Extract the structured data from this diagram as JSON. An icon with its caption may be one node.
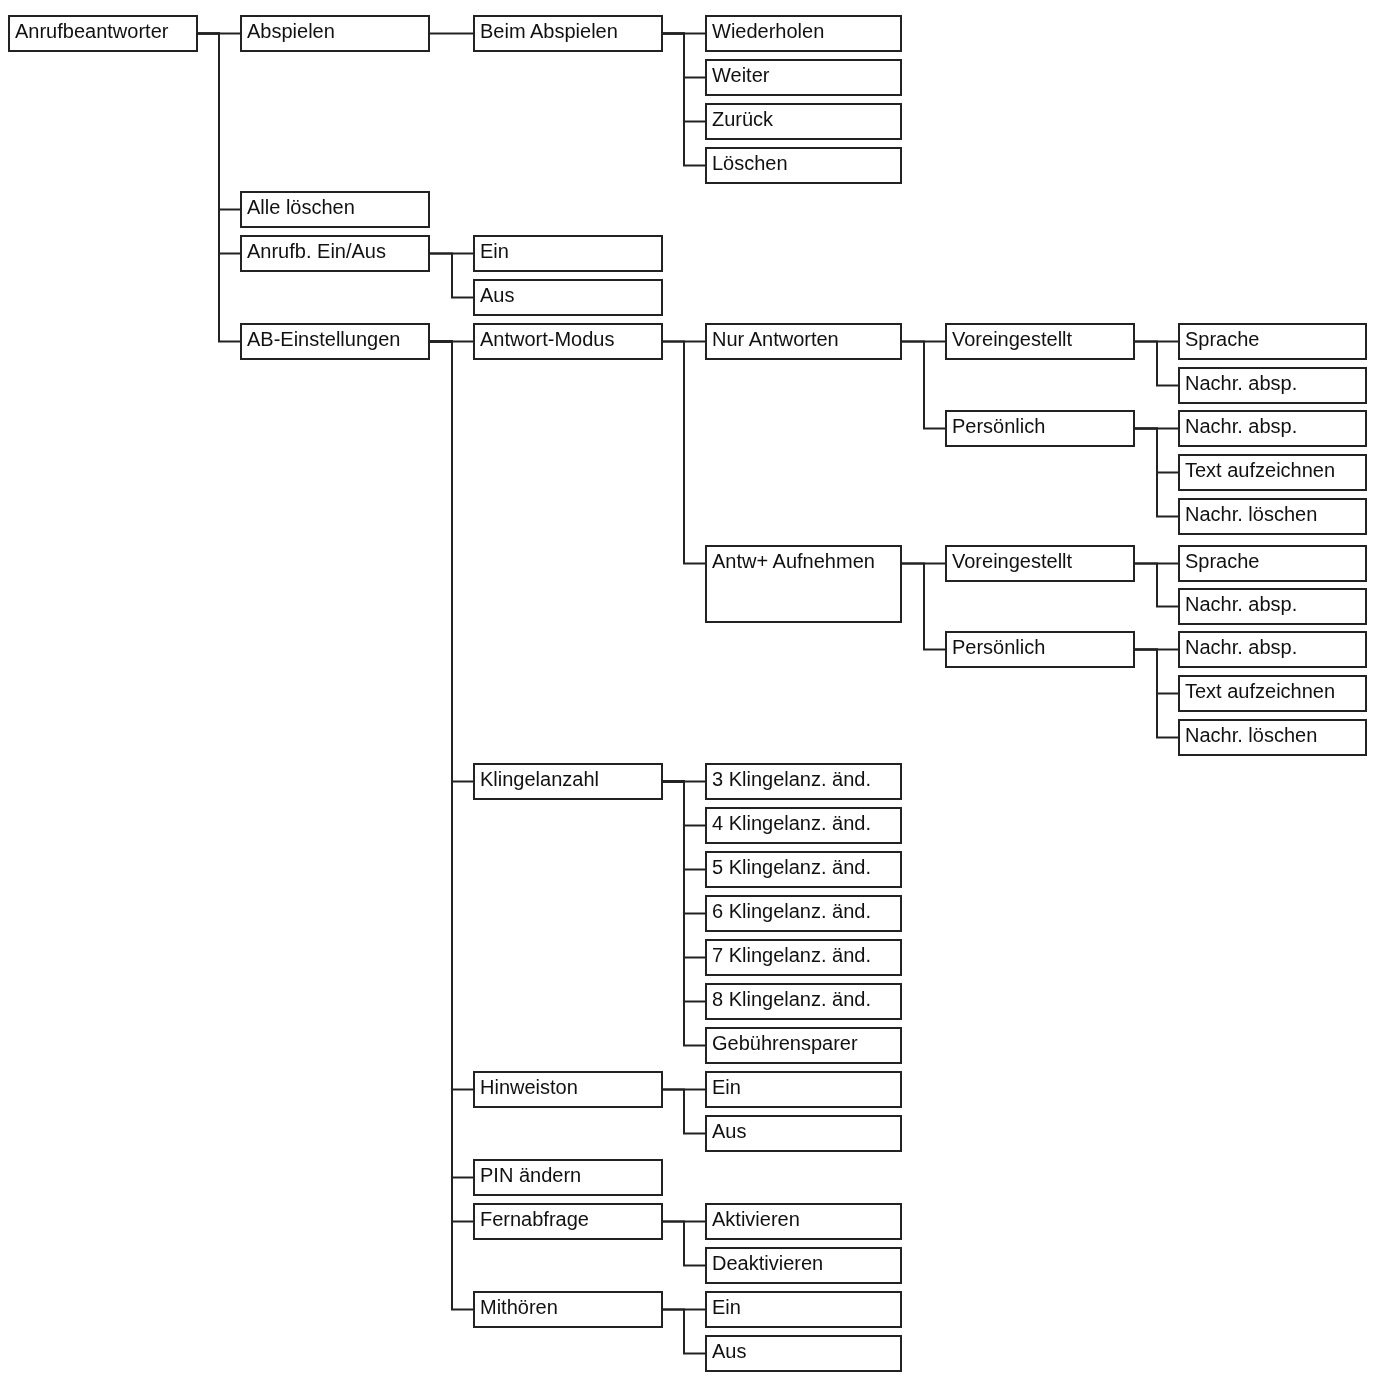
{
  "diagram": {
    "nodes": [
      {
        "text": [
          "Anrufbeantworter"
        ]
      },
      {
        "text": [
          "Abspielen"
        ]
      },
      {
        "text": [
          "Beim Abspielen"
        ]
      },
      {
        "text": [
          "Wiederholen"
        ]
      },
      {
        "text": [
          "Weiter"
        ]
      },
      {
        "text": [
          "Zurück"
        ]
      },
      {
        "text": [
          "Löschen"
        ]
      },
      {
        "text": [
          "Alle löschen"
        ]
      },
      {
        "text": [
          "Anrufb. Ein/Aus"
        ]
      },
      {
        "text": [
          "Ein"
        ]
      },
      {
        "text": [
          "Aus"
        ]
      },
      {
        "text": [
          "AB-Einstellungen"
        ]
      },
      {
        "text": [
          "Antwort-Modus"
        ]
      },
      {
        "text": [
          "Nur Antworten"
        ]
      },
      {
        "text": [
          "Voreingestellt"
        ]
      },
      {
        "text": [
          "Sprache"
        ]
      },
      {
        "text": [
          "Nachr. absp."
        ]
      },
      {
        "text": [
          "Persönlich"
        ]
      },
      {
        "text": [
          "Nachr. absp."
        ]
      },
      {
        "text": [
          "Text aufzeichnen"
        ]
      },
      {
        "text": [
          "Nachr. löschen"
        ]
      },
      {
        "text": [
          "Antw+ Aufnehmen"
        ]
      },
      {
        "text": [
          "Voreingestellt"
        ]
      },
      {
        "text": [
          "Sprache"
        ]
      },
      {
        "text": [
          "Nachr. absp."
        ]
      },
      {
        "text": [
          "Persönlich"
        ]
      },
      {
        "text": [
          "Nachr. absp."
        ]
      },
      {
        "text": [
          "Text aufzeichnen"
        ]
      },
      {
        "text": [
          "Nachr. löschen"
        ]
      },
      {
        "text": [
          "Klingelanzahl"
        ]
      },
      {
        "text": [
          "3 Klingelanz. änd."
        ]
      },
      {
        "text": [
          "4 Klingelanz. änd."
        ]
      },
      {
        "text": [
          "5 Klingelanz. änd."
        ]
      },
      {
        "text": [
          "6 Klingelanz. änd."
        ]
      },
      {
        "text": [
          "7 Klingelanz. änd."
        ]
      },
      {
        "text": [
          "8 Klingelanz. änd."
        ]
      },
      {
        "text": [
          "Gebührensparer"
        ]
      },
      {
        "text": [
          "Hinweiston"
        ]
      },
      {
        "text": [
          "Ein"
        ]
      },
      {
        "text": [
          "Aus"
        ]
      },
      {
        "text": [
          "PIN ändern"
        ]
      },
      {
        "text": [
          "Fernabfrage"
        ]
      },
      {
        "text": [
          "Aktivieren"
        ]
      },
      {
        "text": [
          "Deaktivieren"
        ]
      },
      {
        "text": [
          "Mithören"
        ]
      },
      {
        "text": [
          "Ein"
        ]
      },
      {
        "text": [
          "Aus"
        ]
      }
    ],
    "edges": [
      {
        "from": 0,
        "to": 1,
        "arrow": "none"
      },
      {
        "from": 0,
        "to": 7,
        "arrow": "none"
      },
      {
        "from": 0,
        "to": 8,
        "arrow": "none"
      },
      {
        "from": 0,
        "to": 11,
        "arrow": "none"
      },
      {
        "from": 1,
        "to": 2,
        "arrow": "none"
      },
      {
        "from": 2,
        "to": 3,
        "arrow": "none"
      },
      {
        "from": 2,
        "to": 4,
        "arrow": "none"
      },
      {
        "from": 2,
        "to": 5,
        "arrow": "none"
      },
      {
        "from": 2,
        "to": 6,
        "arrow": "none"
      },
      {
        "from": 8,
        "to": 9,
        "arrow": "none"
      },
      {
        "from": 8,
        "to": 10,
        "arrow": "none"
      },
      {
        "from": 11,
        "to": 12,
        "arrow": "none"
      },
      {
        "from": 11,
        "to": 29,
        "arrow": "none"
      },
      {
        "from": 11,
        "to": 37,
        "arrow": "none"
      },
      {
        "from": 11,
        "to": 40,
        "arrow": "none"
      },
      {
        "from": 11,
        "to": 41,
        "arrow": "none"
      },
      {
        "from": 11,
        "to": 44,
        "arrow": "none"
      },
      {
        "from": 12,
        "to": 13,
        "arrow": "none"
      },
      {
        "from": 12,
        "to": 21,
        "arrow": "none"
      },
      {
        "from": 13,
        "to": 14,
        "arrow": "none"
      },
      {
        "from": 13,
        "to": 17,
        "arrow": "none"
      },
      {
        "from": 14,
        "to": 15,
        "arrow": "none"
      },
      {
        "from": 14,
        "to": 16,
        "arrow": "none"
      },
      {
        "from": 17,
        "to": 18,
        "arrow": "none"
      },
      {
        "from": 17,
        "to": 19,
        "arrow": "none"
      },
      {
        "from": 17,
        "to": 20,
        "arrow": "none"
      },
      {
        "from": 21,
        "to": 22,
        "arrow": "none"
      },
      {
        "from": 21,
        "to": 25,
        "arrow": "none"
      },
      {
        "from": 22,
        "to": 23,
        "arrow": "none"
      },
      {
        "from": 22,
        "to": 24,
        "arrow": "none"
      },
      {
        "from": 25,
        "to": 26,
        "arrow": "none"
      },
      {
        "from": 25,
        "to": 27,
        "arrow": "none"
      },
      {
        "from": 25,
        "to": 28,
        "arrow": "none"
      },
      {
        "from": 29,
        "to": 30,
        "arrow": "none"
      },
      {
        "from": 29,
        "to": 31,
        "arrow": "none"
      },
      {
        "from": 29,
        "to": 32,
        "arrow": "none"
      },
      {
        "from": 29,
        "to": 33,
        "arrow": "none"
      },
      {
        "from": 29,
        "to": 34,
        "arrow": "none"
      },
      {
        "from": 29,
        "to": 35,
        "arrow": "none"
      },
      {
        "from": 29,
        "to": 36,
        "arrow": "none"
      },
      {
        "from": 37,
        "to": 38,
        "arrow": "none"
      },
      {
        "from": 37,
        "to": 39,
        "arrow": "none"
      },
      {
        "from": 41,
        "to": 42,
        "arrow": "none"
      },
      {
        "from": 41,
        "to": 43,
        "arrow": "none"
      },
      {
        "from": 44,
        "to": 45,
        "arrow": "none"
      },
      {
        "from": 44,
        "to": 46,
        "arrow": "none"
      }
    ]
  }
}
